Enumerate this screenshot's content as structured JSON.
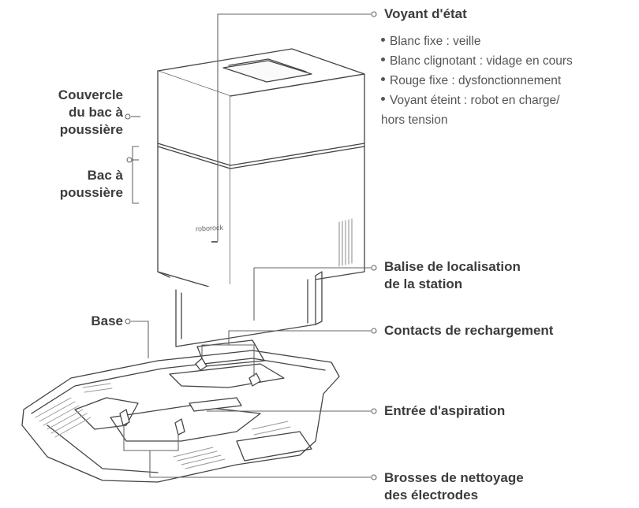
{
  "labels": {
    "status_light": "Voyant d'état",
    "lid": [
      "Couvercle",
      "du bac à",
      "poussière"
    ],
    "dust_bin": [
      "Bac à",
      "poussière"
    ],
    "base": "Base",
    "beacon": [
      "Balise de localisation",
      "de la station"
    ],
    "charging_contacts": "Contacts de rechargement",
    "suction_inlet": "Entrée d'aspiration",
    "electrode_brushes": [
      "Brosses de nettoyage",
      "des électrodes"
    ]
  },
  "status_states": [
    "Blanc fixe : veille",
    "Blanc clignotant : vidage en cours",
    "Rouge fixe : dysfonctionnement",
    "Voyant éteint : robot en charge/",
    "hors tension"
  ],
  "brand": "roborock",
  "colors": {
    "line": "#444444",
    "text": "#3c3c3c",
    "leader": "#666666"
  }
}
